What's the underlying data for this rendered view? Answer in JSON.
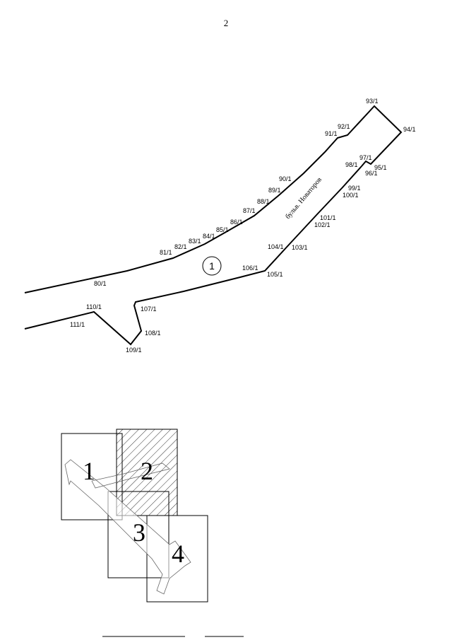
{
  "page_number": "2",
  "street_name": "бульв. Новаторов",
  "parcel_number": "1",
  "points": [
    {
      "id": "p80",
      "label": "80/1"
    },
    {
      "id": "p81",
      "label": "81/1"
    },
    {
      "id": "p82",
      "label": "82/1"
    },
    {
      "id": "p83",
      "label": "83/1"
    },
    {
      "id": "p84",
      "label": "84/1"
    },
    {
      "id": "p85",
      "label": "85/1"
    },
    {
      "id": "p86",
      "label": "86/1"
    },
    {
      "id": "p87",
      "label": "87/1"
    },
    {
      "id": "p88",
      "label": "88/1"
    },
    {
      "id": "p89",
      "label": "89/1"
    },
    {
      "id": "p90",
      "label": "90/1"
    },
    {
      "id": "p91",
      "label": "91/1"
    },
    {
      "id": "p92",
      "label": "92/1"
    },
    {
      "id": "p93",
      "label": "93/1"
    },
    {
      "id": "p94",
      "label": "94/1"
    },
    {
      "id": "p95",
      "label": "95/1"
    },
    {
      "id": "p96",
      "label": "96/1"
    },
    {
      "id": "p97",
      "label": "97/1"
    },
    {
      "id": "p98",
      "label": "98/1"
    },
    {
      "id": "p99",
      "label": "99/1"
    },
    {
      "id": "p100",
      "label": "100/1"
    },
    {
      "id": "p101",
      "label": "101/1"
    },
    {
      "id": "p102",
      "label": "102/1"
    },
    {
      "id": "p103",
      "label": "103/1"
    },
    {
      "id": "p104",
      "label": "104/1"
    },
    {
      "id": "p105",
      "label": "105/1"
    },
    {
      "id": "p106",
      "label": "106/1"
    },
    {
      "id": "p107",
      "label": "107/1"
    },
    {
      "id": "p108",
      "label": "108/1"
    },
    {
      "id": "p109",
      "label": "109/1"
    },
    {
      "id": "p110",
      "label": "110/1"
    },
    {
      "id": "p111",
      "label": "111/1"
    }
  ],
  "index_sheets": [
    {
      "label": "1",
      "hatched": false
    },
    {
      "label": "2",
      "hatched": true
    },
    {
      "label": "3",
      "hatched": false
    },
    {
      "label": "4",
      "hatched": false
    }
  ]
}
